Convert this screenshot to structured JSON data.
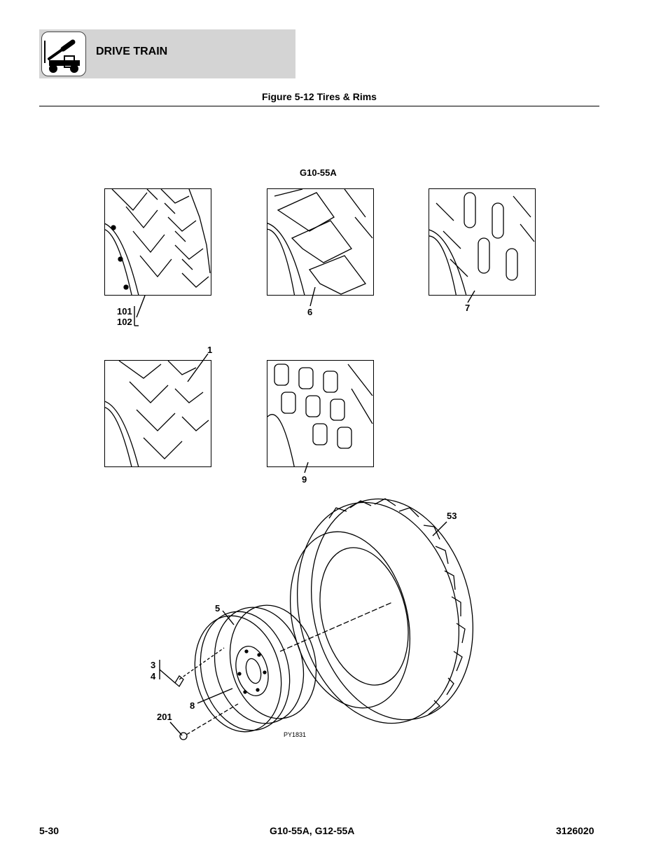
{
  "header": {
    "section_title": "DRIVE TRAIN",
    "icon": "telehandler-icon"
  },
  "figure": {
    "title": "Figure 5-12 Tires & Rims",
    "model_label": "G10-55A",
    "code": "PY1831",
    "callouts": {
      "c101": "101",
      "c102": "102",
      "c6": "6",
      "c7": "7",
      "c1": "1",
      "c9": "9",
      "c53": "53",
      "c5": "5",
      "c3": "3",
      "c4": "4",
      "c8": "8",
      "c201": "201"
    }
  },
  "footer": {
    "page_number": "5-30",
    "models": "G10-55A, G12-55A",
    "doc_number": "3126020"
  }
}
